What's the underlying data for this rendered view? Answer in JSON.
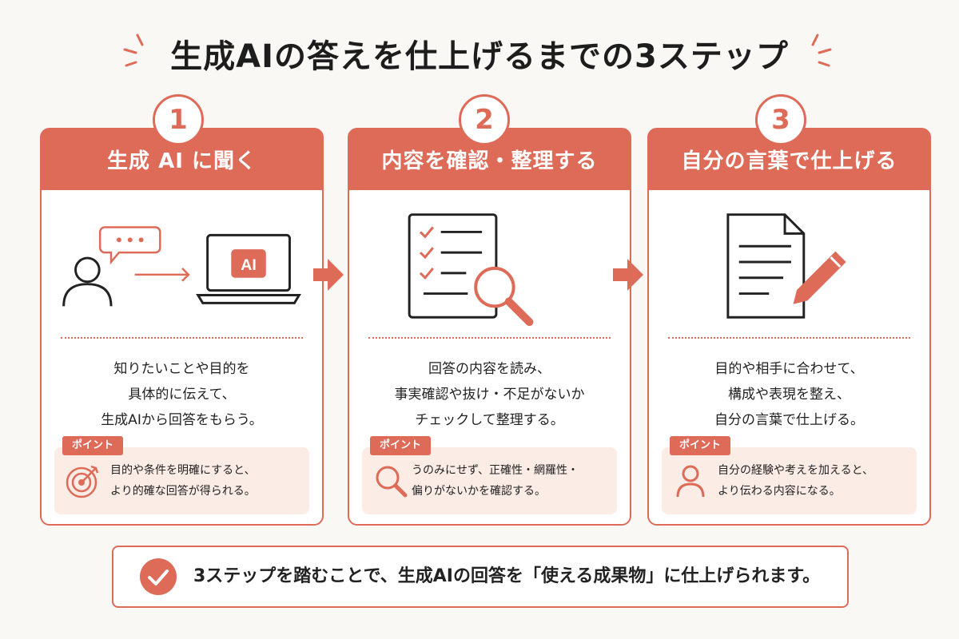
{
  "title": "生成AIの答えを仕上げるまでの3ステップ",
  "colors": {
    "accent": "#de6a58",
    "background": "#faf8f4",
    "point_bg": "#fbece6"
  },
  "steps": [
    {
      "number": "1",
      "heading": "生成 AI に聞く",
      "illustration": [
        "person-icon",
        "speech-bubble-icon",
        "arrow-right-icon",
        "laptop-icon"
      ],
      "laptop_label": "AI",
      "description": [
        "知りたいことや目的を",
        "具体的に伝えて、",
        "生成AIから回答をもらう。"
      ],
      "point_label": "ポイント",
      "point_icon": "target-icon",
      "point_text": [
        "目的や条件を明確にすると、",
        "より的確な回答が得られる。"
      ]
    },
    {
      "number": "2",
      "heading": "内容を確認・整理する",
      "illustration": [
        "checklist-document-icon",
        "magnifier-icon"
      ],
      "description": [
        "回答の内容を読み、",
        "事実確認や抜け・不足がないか",
        "チェックして整理する。"
      ],
      "point_label": "ポイント",
      "point_icon": "magnifier-icon",
      "point_text": [
        "うのみにせず、正確性・網羅性・",
        "偏りがないかを確認する。"
      ]
    },
    {
      "number": "3",
      "heading": "自分の言葉で仕上げる",
      "illustration": [
        "document-icon",
        "pencil-icon"
      ],
      "description": [
        "目的や相手に合わせて、",
        "構成や表現を整え、",
        "自分の言葉で仕上げる。"
      ],
      "point_label": "ポイント",
      "point_icon": "person-icon",
      "point_text": [
        "自分の経験や考えを加えると、",
        "より伝わる内容になる。"
      ]
    }
  ],
  "summary": {
    "icon": "check-circle-icon",
    "text": "3ステップを踏むことで、生成AIの回答を「使える成果物」に仕上げられます。"
  }
}
